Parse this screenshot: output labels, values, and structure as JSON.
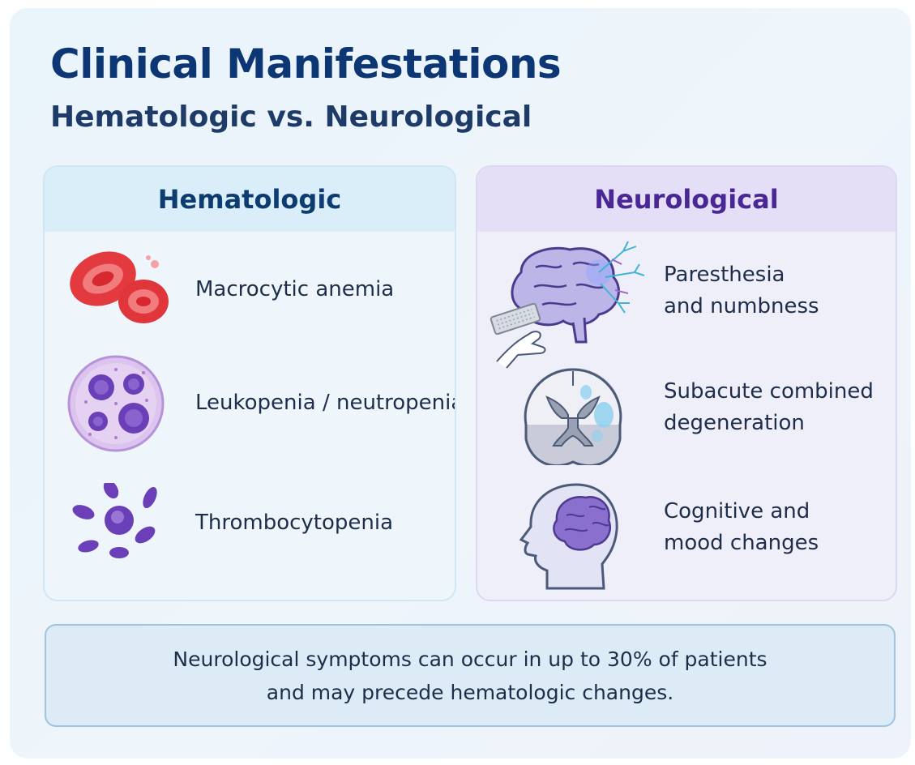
{
  "header": {
    "title": "Clinical Manifestations",
    "subtitle": "Hematologic vs. Neurological"
  },
  "hematologic": {
    "heading": "Hematologic",
    "items": [
      {
        "icon": "red-blood-cells-icon",
        "label": "Macrocytic anemia"
      },
      {
        "icon": "white-blood-cell-icon",
        "label": "Leukopenia / neutropenia"
      },
      {
        "icon": "platelets-icon",
        "label": "Thrombocytopenia"
      }
    ]
  },
  "neurological": {
    "heading": "Neurological",
    "items": [
      {
        "icon": "brain-nerves-icon",
        "line1": "Paresthesia",
        "line2": "and numbness"
      },
      {
        "icon": "spinal-cord-section-icon",
        "line1": "Subacute combined",
        "line2": "degeneration"
      },
      {
        "icon": "head-brain-icon",
        "line1": "Cognitive and",
        "line2": "mood changes"
      }
    ]
  },
  "footer": {
    "line1": "Neurological symptoms can occur in up to 30% of patients",
    "line2": "and may precede hematologic changes."
  },
  "colors": {
    "title": "#0d3774",
    "hematologic_accent": "#0d3c70",
    "neurological_accent": "#4b2796",
    "red_cell": "#e23a3f",
    "purple_cell": "#6a3fb7"
  }
}
